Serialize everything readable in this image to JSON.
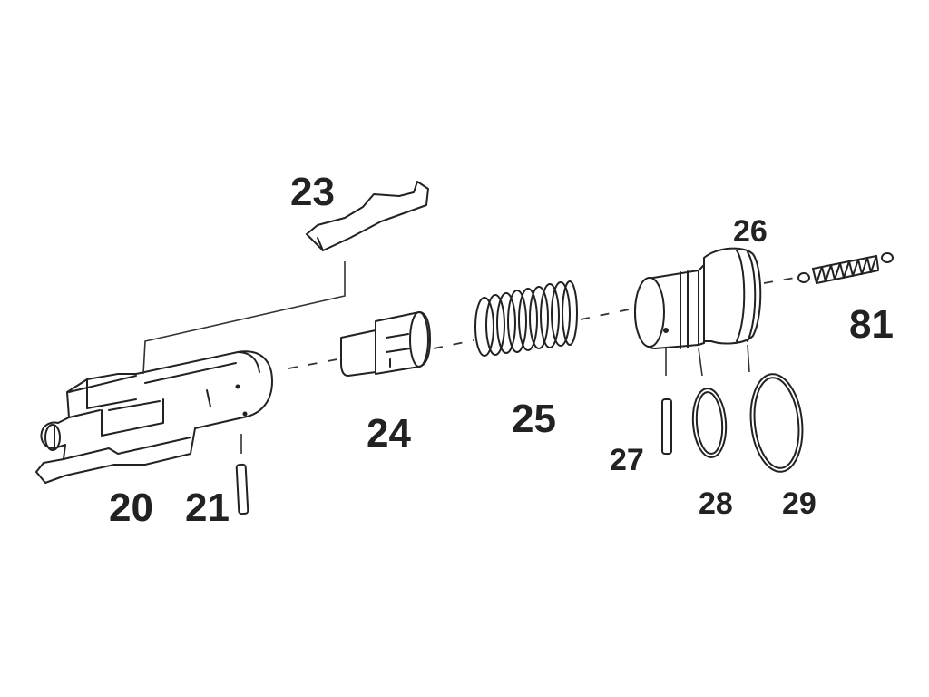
{
  "labels": {
    "p20": "20",
    "p21": "21",
    "p23": "23",
    "p24": "24",
    "p25": "25",
    "p26": "26",
    "p27": "27",
    "p28": "28",
    "p29": "29",
    "p81": "81"
  }
}
